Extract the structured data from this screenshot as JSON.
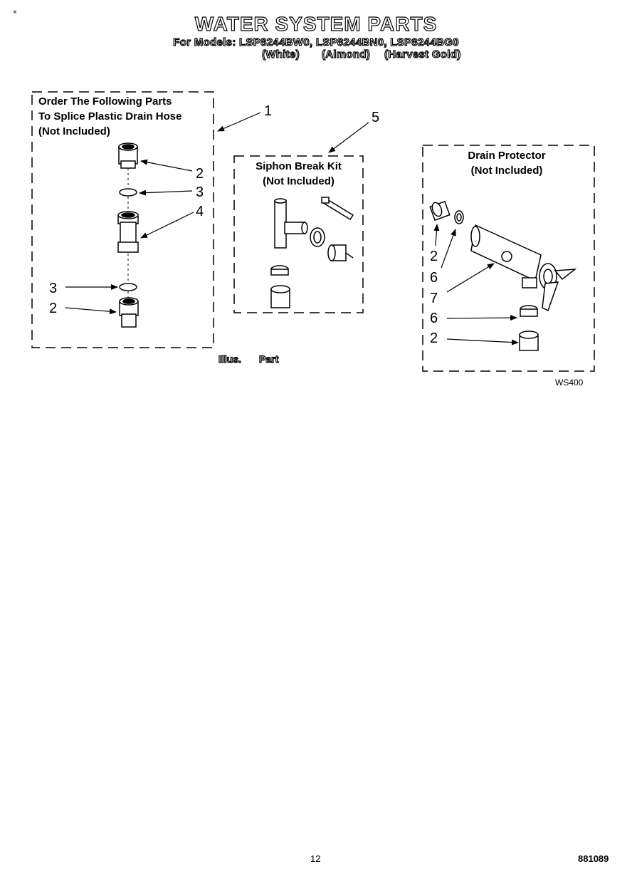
{
  "header": {
    "title": "WATER SYSTEM PARTS",
    "models_line": "For Models: LSP8244BW0, LSP8244BN0, LSP8244BG0",
    "color_white": "(White)",
    "color_almond": "(Almond)",
    "color_harvest_gold": "(Harvest Gold)"
  },
  "corner_mark": "×",
  "boxes": {
    "splice": {
      "line1": "Order The Following Parts",
      "line2": "To Splice Plastic Drain Hose",
      "line3": "(Not Included)"
    },
    "siphon": {
      "line1": "Siphon Break Kit",
      "line2": "(Not Included)"
    },
    "drain": {
      "line1": "Drain Protector",
      "line2": "(Not Included)"
    }
  },
  "callouts": {
    "c1": "1",
    "c2a": "2",
    "c3a": "3",
    "c4": "4",
    "c3b": "3",
    "c2b": "2",
    "c5": "5",
    "c2c": "2",
    "c6a": "6",
    "c7": "7",
    "c6b": "6",
    "c2d": "2"
  },
  "legend": {
    "illus": "Illus.",
    "part": "Part"
  },
  "diagram_code": "WS400",
  "footer": {
    "page_number": "12",
    "doc_number": "881089"
  }
}
